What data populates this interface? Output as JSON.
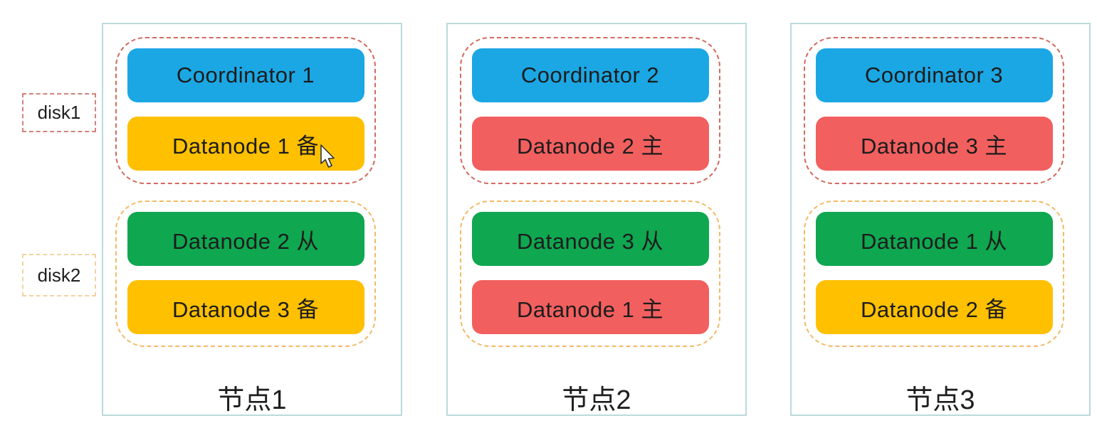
{
  "colors": {
    "coordinator_blue": "#1BA7E4",
    "primary_red": "#F25F5F",
    "standby_yellow": "#FFC000",
    "follower_green": "#0FA750",
    "disk1_group_border": "#D26A5F",
    "disk2_group_border": "#F2BA66",
    "disk1_label_border": "#D0837B",
    "disk2_label_border": "#F2D3A0",
    "node_container_border": "#BCDADB",
    "text": "#1E1E1E"
  },
  "icons": {
    "cursor": "mouse-pointer-arrow"
  },
  "disks": [
    {
      "label": "disk1"
    },
    {
      "label": "disk2"
    }
  ],
  "nodes": [
    {
      "title": "节点1",
      "disk1_blocks": [
        {
          "label": "Coordinator 1",
          "color": "#1BA7E4"
        },
        {
          "label": "Datanode 1 备",
          "color": "#FFC000"
        }
      ],
      "disk2_blocks": [
        {
          "label": "Datanode 2 从",
          "color": "#0FA750"
        },
        {
          "label": "Datanode 3 备",
          "color": "#FFC000"
        }
      ]
    },
    {
      "title": "节点2",
      "disk1_blocks": [
        {
          "label": "Coordinator 2",
          "color": "#1BA7E4"
        },
        {
          "label": "Datanode 2 主",
          "color": "#F25F5F"
        }
      ],
      "disk2_blocks": [
        {
          "label": "Datanode 3 从",
          "color": "#0FA750"
        },
        {
          "label": "Datanode 1 主",
          "color": "#F25F5F"
        }
      ]
    },
    {
      "title": "节点3",
      "disk1_blocks": [
        {
          "label": "Coordinator 3",
          "color": "#1BA7E4"
        },
        {
          "label": "Datanode 3 主",
          "color": "#F25F5F"
        }
      ],
      "disk2_blocks": [
        {
          "label": "Datanode 1 从",
          "color": "#0FA750"
        },
        {
          "label": "Datanode 2 备",
          "color": "#FFC000"
        }
      ]
    }
  ]
}
